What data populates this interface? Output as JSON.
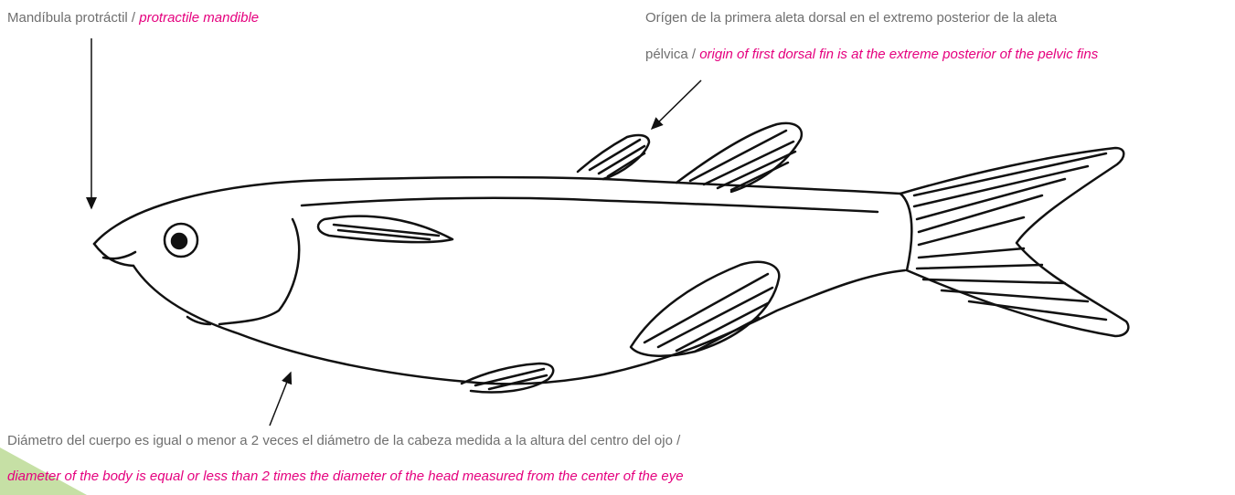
{
  "labels": {
    "mandible": {
      "es": "Mandíbula protráctil / ",
      "en": "protractile mandible"
    },
    "dorsal": {
      "es_line1": "Orígen de la primera aleta dorsal en el extremo posterior de la aleta",
      "es_line2": "pélvica / ",
      "en": "origin of first dorsal fin is at the extreme posterior of the pelvic fins"
    },
    "body": {
      "es": "Diámetro del cuerpo es igual o menor a 2 veces el diámetro de la cabeza medida a la altura del centro del ojo /",
      "en": "diameter of the body is equal or less than 2 times the diameter of the head measured from the center of the eye"
    }
  },
  "colors": {
    "spanish_text": "#6f6f6f",
    "english_text": "#e5007e",
    "line_art": "#111111",
    "corner_accent": "#c6e0a5"
  }
}
